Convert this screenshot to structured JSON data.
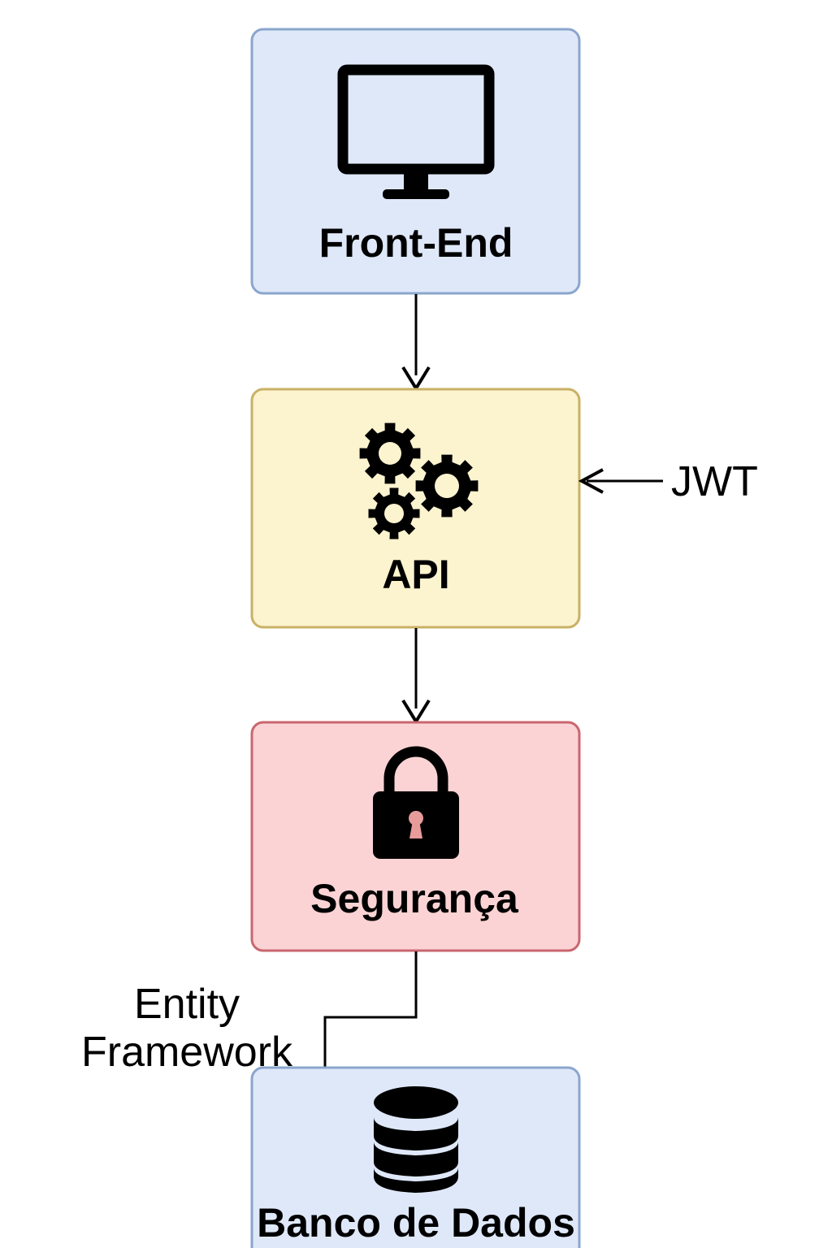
{
  "nodes": {
    "frontend": {
      "label": "Front-End",
      "icon": "monitor-icon",
      "fill": "#dfe8f9",
      "stroke": "#8aa6cc"
    },
    "api": {
      "label": "API",
      "icon": "gears-icon",
      "fill": "#fcf3cf",
      "stroke": "#c9b166"
    },
    "seguranca": {
      "label": "Segurança",
      "icon": "lock-icon",
      "fill": "#fbd3d4",
      "stroke": "#c8676f"
    },
    "banco": {
      "label": "Banco de Dados",
      "icon": "database-icon",
      "fill": "#dfe8f9",
      "stroke": "#8aa6cc"
    }
  },
  "edges": {
    "jwt_label": "JWT",
    "ef_label_line1": "Entity",
    "ef_label_line2": "Framework"
  },
  "colors": {
    "keyhole": "#e89b9b"
  }
}
